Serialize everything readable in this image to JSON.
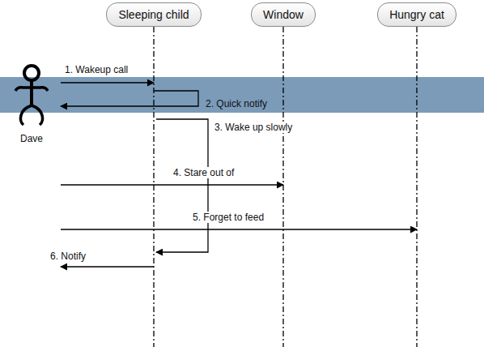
{
  "diagram": {
    "nodes": [
      {
        "text": [
          "Sleeping child"
        ]
      },
      {
        "text": [
          "Window"
        ]
      },
      {
        "text": [
          "Hungry cat"
        ]
      },
      {
        "text": [
          "Dave"
        ]
      }
    ],
    "edges": [
      {
        "from": 3,
        "to": 0,
        "label": "1. Wakeup call",
        "arrow": "to"
      },
      {
        "from": 0,
        "to": 3,
        "label": "2. Quick notify",
        "arrow": "to"
      },
      {
        "from": 0,
        "to": 0,
        "label": "3. Wake up slowly",
        "arrow": "to"
      },
      {
        "from": 3,
        "to": 1,
        "label": "4. Stare out of",
        "arrow": "to"
      },
      {
        "from": 3,
        "to": 2,
        "label": "5. Forget to feed",
        "arrow": "to"
      },
      {
        "from": 0,
        "to": 3,
        "label": "6. Notify",
        "arrow": "to"
      }
    ]
  }
}
